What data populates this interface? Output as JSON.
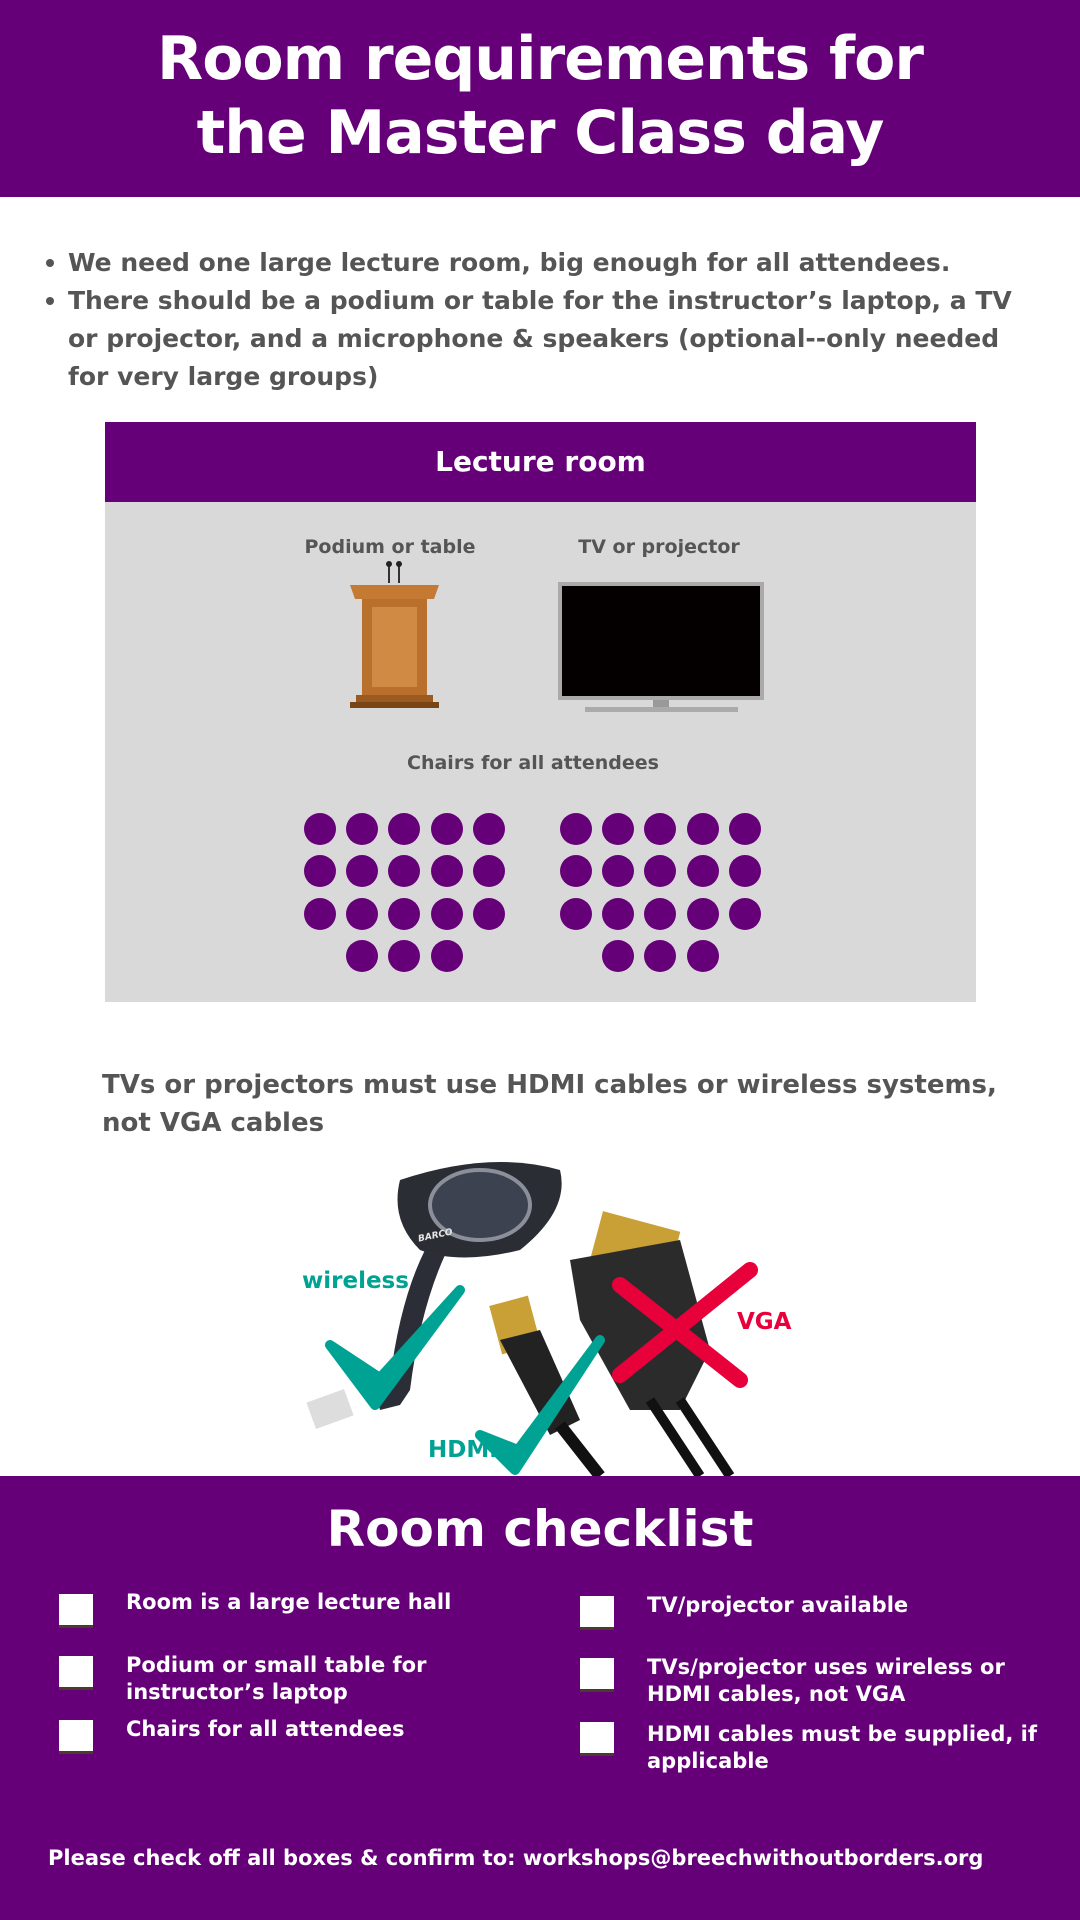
{
  "header": {
    "title_line1": "Room requirements for",
    "title_line2": "the Master Class day"
  },
  "bullets": [
    "We need one large lecture room, big enough for all attendees.",
    "There should be a podium or table for the instructor’s laptop, a TV or projector, and a microphone & speakers (optional--only needed for very large groups)"
  ],
  "room": {
    "title": "Lecture room",
    "podium_label": "Podium or table",
    "tv_label": "TV or projector",
    "chairs_label": "Chairs for all attendees"
  },
  "cables": {
    "note": "TVs or projectors must use HDMI cables or wireless systems, not VGA cables",
    "wireless_label": "wireless",
    "hdmi_label": "HDMI",
    "vga_label": "VGA",
    "brand": "BARCO"
  },
  "checklist": {
    "title": "Room checklist",
    "left": [
      "Room is a large lecture hall",
      "Podium or small table for instructor’s laptop",
      "Chairs for all attendees"
    ],
    "right": [
      "TV/projector available",
      "TVs/projector uses wireless or HDMI cables, not VGA",
      "HDMI cables must be supplied, if applicable"
    ],
    "footer": "Please check off all boxes & confirm to:  workshops@breechwithoutborders.org"
  },
  "colors": {
    "purple": "#660079",
    "teal": "#00a294",
    "red": "#e8003a",
    "gray": "#d9d9d9"
  }
}
